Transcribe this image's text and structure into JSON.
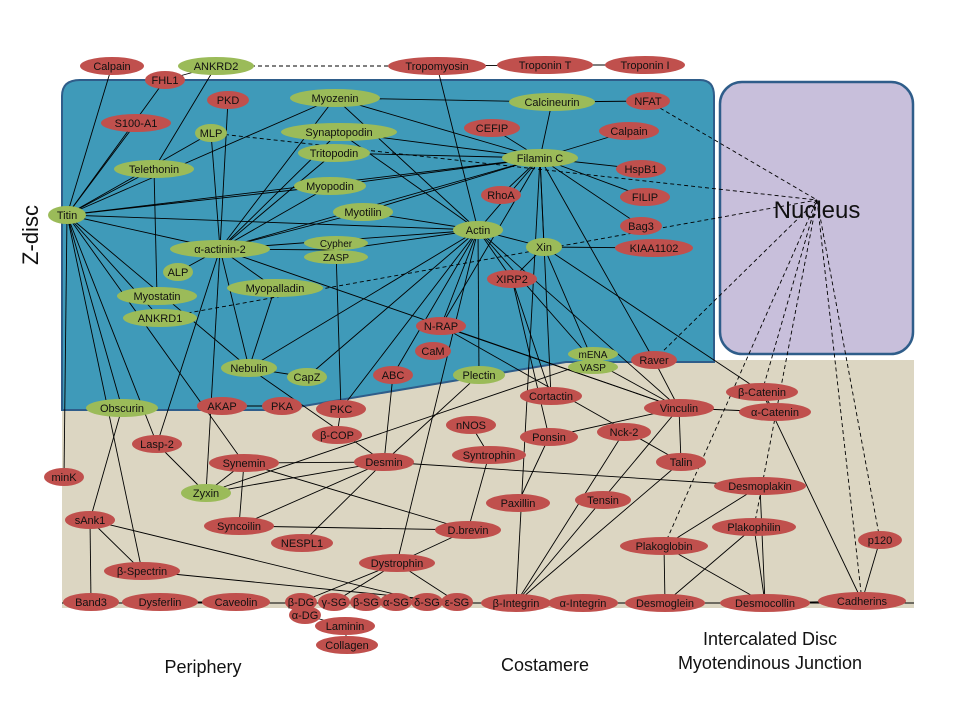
{
  "colors": {
    "zdisc_region": "#3f9ab9",
    "periphery_region": "#dcd6c2",
    "nucleus_fill": "#c8bfdb",
    "nucleus_border": "#2f5d8a",
    "node_red": "#c0504d",
    "node_green": "#9bbb59",
    "edge": "#000000"
  },
  "labels": {
    "zdisc": "Z-disc",
    "nucleus": "Nucleus",
    "periphery": "Periphery",
    "costamere": "Costamere",
    "intercalated_line1": "Intercalated Disc",
    "intercalated_line2": "Myotendinous Junction"
  },
  "nodes": {
    "calpain1": {
      "label": "Calpain",
      "color": "red"
    },
    "fhl1": {
      "label": "FHL1",
      "color": "red"
    },
    "ankrd2": {
      "label": "ANKRD2",
      "color": "green"
    },
    "tropomyosin": {
      "label": "Tropomyosin",
      "color": "red"
    },
    "troponint": {
      "label": "Troponin T",
      "color": "red"
    },
    "troponini": {
      "label": "Troponin I",
      "color": "red"
    },
    "pkd": {
      "label": "PKD",
      "color": "red"
    },
    "myozenin": {
      "label": "Myozenin",
      "color": "green"
    },
    "calcineurin": {
      "label": "Calcineurin",
      "color": "green"
    },
    "nfat": {
      "label": "NFAT",
      "color": "red"
    },
    "s100a1": {
      "label": "S100-A1",
      "color": "red"
    },
    "mlp": {
      "label": "MLP",
      "color": "green"
    },
    "synaptopodin": {
      "label": "Synaptopodin",
      "color": "green"
    },
    "cefip": {
      "label": "CEFIP",
      "color": "red"
    },
    "calpain2": {
      "label": "Calpain",
      "color": "red"
    },
    "tritopodin": {
      "label": "Tritopodin",
      "color": "green"
    },
    "filaminc": {
      "label": "Filamin C",
      "color": "green"
    },
    "telethonin": {
      "label": "Telethonin",
      "color": "green"
    },
    "hspb1": {
      "label": "HspB1",
      "color": "red"
    },
    "myopodin": {
      "label": "Myopodin",
      "color": "green"
    },
    "rhoa": {
      "label": "RhoA",
      "color": "red"
    },
    "filip": {
      "label": "FILIP",
      "color": "red"
    },
    "titin": {
      "label": "Titin",
      "color": "green"
    },
    "myotilin": {
      "label": "Myotilin",
      "color": "green"
    },
    "bag3": {
      "label": "Bag3",
      "color": "red"
    },
    "actin": {
      "label": "Actin",
      "color": "green"
    },
    "cypher1": {
      "label": "Cypher",
      "color": "green"
    },
    "cypher2": {
      "label": "ZASP",
      "color": "green"
    },
    "actinin": {
      "label": "α-actinin-2",
      "color": "green"
    },
    "xin": {
      "label": "Xin",
      "color": "green"
    },
    "kiaa": {
      "label": "KIAA1102",
      "color": "red"
    },
    "alp": {
      "label": "ALP",
      "color": "green"
    },
    "xirp2": {
      "label": "XIRP2",
      "color": "red"
    },
    "myopalladin": {
      "label": "Myopalladin",
      "color": "green"
    },
    "myostatin": {
      "label": "Myostatin",
      "color": "green"
    },
    "ankrd1": {
      "label": "ANKRD1",
      "color": "green"
    },
    "nrap": {
      "label": "N-RAP",
      "color": "red"
    },
    "cam": {
      "label": "CaM",
      "color": "red"
    },
    "mena1": {
      "label": "mENA",
      "color": "green"
    },
    "mena2": {
      "label": "VASP",
      "color": "green"
    },
    "raver": {
      "label": "Raver",
      "color": "red"
    },
    "nebulin": {
      "label": "Nebulin",
      "color": "green"
    },
    "capz": {
      "label": "CapZ",
      "color": "green"
    },
    "abc": {
      "label": "ABC",
      "color": "red"
    },
    "plectin": {
      "label": "Plectin",
      "color": "green"
    },
    "cortactin": {
      "label": "Cortactin",
      "color": "red"
    },
    "bcatenin": {
      "label": "β-Catenin",
      "color": "red"
    },
    "obscurin": {
      "label": "Obscurin",
      "color": "green"
    },
    "akap": {
      "label": "AKAP",
      "color": "red"
    },
    "pka": {
      "label": "PKA",
      "color": "red"
    },
    "pkc": {
      "label": "PKC",
      "color": "red"
    },
    "vinculin": {
      "label": "Vinculin",
      "color": "red"
    },
    "acatenin": {
      "label": "α-Catenin",
      "color": "red"
    },
    "lasp2": {
      "label": "Lasp-2",
      "color": "red"
    },
    "bcop": {
      "label": "β-COP",
      "color": "red"
    },
    "nnos": {
      "label": "nNOS",
      "color": "red"
    },
    "ponsin": {
      "label": "Ponsin",
      "color": "red"
    },
    "nck2": {
      "label": "Nck-2",
      "color": "red"
    },
    "synemin": {
      "label": "Synemin",
      "color": "red"
    },
    "desmin": {
      "label": "Desmin",
      "color": "red"
    },
    "syntrophin": {
      "label": "Syntrophin",
      "color": "red"
    },
    "talin": {
      "label": "Talin",
      "color": "red"
    },
    "mink": {
      "label": "minK",
      "color": "red"
    },
    "zyxin": {
      "label": "Zyxin",
      "color": "green"
    },
    "desmoplakin": {
      "label": "Desmoplakin",
      "color": "red"
    },
    "paxillin": {
      "label": "Paxillin",
      "color": "red"
    },
    "tensin": {
      "label": "Tensin",
      "color": "red"
    },
    "sank1": {
      "label": "sAnk1",
      "color": "red"
    },
    "syncoilin": {
      "label": "Syncoilin",
      "color": "red"
    },
    "dbrevin": {
      "label": "D.brevin",
      "color": "red"
    },
    "plakophilin": {
      "label": "Plakophilin",
      "color": "red"
    },
    "nespl1": {
      "label": "NESPL1",
      "color": "red"
    },
    "p120": {
      "label": "p120",
      "color": "red"
    },
    "plakoglobin": {
      "label": "Plakoglobin",
      "color": "red"
    },
    "dystrophin": {
      "label": "Dystrophin",
      "color": "red"
    },
    "bspectrin": {
      "label": "β-Spectrin",
      "color": "red"
    },
    "band3": {
      "label": "Band3",
      "color": "red"
    },
    "dysferlin": {
      "label": "Dysferlin",
      "color": "red"
    },
    "caveolin": {
      "label": "Caveolin",
      "color": "red"
    },
    "bdg": {
      "label": "β-DG",
      "color": "red"
    },
    "gsg": {
      "label": "γ-SG",
      "color": "red"
    },
    "bsg": {
      "label": "β-SG",
      "color": "red"
    },
    "asg": {
      "label": "α-SG",
      "color": "red"
    },
    "dsg": {
      "label": "δ-SG",
      "color": "red"
    },
    "esg": {
      "label": "ε-SG",
      "color": "red"
    },
    "bintegrin": {
      "label": "β-Integrin",
      "color": "red"
    },
    "aintegrin": {
      "label": "α-Integrin",
      "color": "red"
    },
    "desmoglein": {
      "label": "Desmoglein",
      "color": "red"
    },
    "desmocollin": {
      "label": "Desmocollin",
      "color": "red"
    },
    "cadherins": {
      "label": "Cadherins",
      "color": "red"
    },
    "adg": {
      "label": "α-DG",
      "color": "red"
    },
    "laminin": {
      "label": "Laminin",
      "color": "red"
    },
    "collagen": {
      "label": "Collagen",
      "color": "red"
    }
  },
  "edges": [
    [
      "titin",
      "calpain1"
    ],
    [
      "titin",
      "fhl1"
    ],
    [
      "titin",
      "s100a1"
    ],
    [
      "titin",
      "telethonin"
    ],
    [
      "titin",
      "mlp"
    ],
    [
      "titin",
      "myozenin"
    ],
    [
      "titin",
      "actinin"
    ],
    [
      "titin",
      "filaminc"
    ],
    [
      "titin",
      "actin"
    ],
    [
      "titin",
      "ankrd1"
    ],
    [
      "titin",
      "obscurin"
    ],
    [
      "titin",
      "nebulin"
    ],
    [
      "titin",
      "synemin"
    ],
    [
      "titin",
      "lasp2"
    ],
    [
      "titin",
      "mink"
    ],
    [
      "titin",
      "myopodin"
    ],
    [
      "fhl1",
      "ankrd2"
    ],
    [
      "ankrd2",
      "telethonin"
    ],
    [
      "telethonin",
      "myostatin"
    ],
    [
      "mlp",
      "actinin"
    ],
    [
      "pkd",
      "actinin"
    ],
    [
      "myozenin",
      "actinin"
    ],
    [
      "myozenin",
      "calcineurin"
    ],
    [
      "myozenin",
      "filaminc"
    ],
    [
      "myozenin",
      "actin"
    ],
    [
      "calcineurin",
      "nfat"
    ],
    [
      "synaptopodin",
      "filaminc"
    ],
    [
      "synaptopodin",
      "actinin"
    ],
    [
      "synaptopodin",
      "actin"
    ],
    [
      "tritopodin",
      "filaminc"
    ],
    [
      "tritopodin",
      "actinin"
    ],
    [
      "myopodin",
      "filaminc"
    ],
    [
      "myopodin",
      "actinin"
    ],
    [
      "myotilin",
      "filaminc"
    ],
    [
      "myotilin",
      "actinin"
    ],
    [
      "myotilin",
      "actin"
    ],
    [
      "filaminc",
      "calpain2"
    ],
    [
      "filaminc",
      "hspb1"
    ],
    [
      "filaminc",
      "filip"
    ],
    [
      "filaminc",
      "bag3"
    ],
    [
      "filaminc",
      "rhoa"
    ],
    [
      "filaminc",
      "cefip"
    ],
    [
      "filaminc",
      "calcineurin"
    ],
    [
      "filaminc",
      "xin"
    ],
    [
      "filaminc",
      "actin"
    ],
    [
      "filaminc",
      "actinin"
    ],
    [
      "filaminc",
      "bintegrin"
    ],
    [
      "filaminc",
      "cortactin"
    ],
    [
      "filaminc",
      "nrap"
    ],
    [
      "filaminc",
      "raver"
    ],
    [
      "tropomyosin",
      "troponint"
    ],
    [
      "troponint",
      "troponini"
    ],
    [
      "tropomyosin",
      "actin"
    ],
    [
      "actin",
      "actinin"
    ],
    [
      "actin",
      "cypher1"
    ],
    [
      "actin",
      "xin"
    ],
    [
      "actin",
      "nebulin"
    ],
    [
      "actin",
      "capz"
    ],
    [
      "actin",
      "plectin"
    ],
    [
      "actin",
      "dystrophin"
    ],
    [
      "actin",
      "xirp2"
    ],
    [
      "actin",
      "pkc"
    ],
    [
      "actin",
      "nrap"
    ],
    [
      "actin",
      "abc"
    ],
    [
      "actin",
      "mena1"
    ],
    [
      "actin",
      "vinculin"
    ],
    [
      "xin",
      "kiaa"
    ],
    [
      "xin",
      "xirp2"
    ],
    [
      "xin",
      "mena1"
    ],
    [
      "xin",
      "bcatenin"
    ],
    [
      "actinin",
      "alp"
    ],
    [
      "actinin",
      "cypher1"
    ],
    [
      "actinin",
      "nebulin"
    ],
    [
      "actinin",
      "zyxin"
    ],
    [
      "actinin",
      "vinculin"
    ],
    [
      "actinin",
      "lasp2"
    ],
    [
      "myopalladin",
      "nebulin"
    ],
    [
      "myopalladin",
      "actinin"
    ],
    [
      "cypher1",
      "pkc"
    ],
    [
      "nebulin",
      "capz"
    ],
    [
      "nebulin",
      "desmin"
    ],
    [
      "nrap",
      "talin"
    ],
    [
      "nrap",
      "vinculin"
    ],
    [
      "xirp2",
      "cortactin"
    ],
    [
      "xirp2",
      "ponsin"
    ],
    [
      "mena1",
      "vinculin"
    ],
    [
      "mena1",
      "zyxin"
    ],
    [
      "raver",
      "vinculin"
    ],
    [
      "vinculin",
      "talin"
    ],
    [
      "vinculin",
      "acatenin"
    ],
    [
      "vinculin",
      "ponsin"
    ],
    [
      "vinculin",
      "bintegrin"
    ],
    [
      "bcatenin",
      "acatenin"
    ],
    [
      "bcatenin",
      "cadherins"
    ],
    [
      "akap",
      "pka"
    ],
    [
      "pkc",
      "bcop"
    ],
    [
      "lasp2",
      "zyxin"
    ],
    [
      "synemin",
      "desmin"
    ],
    [
      "synemin",
      "zyxin"
    ],
    [
      "synemin",
      "syncoilin"
    ],
    [
      "synemin",
      "dbrevin"
    ],
    [
      "desmin",
      "abc"
    ],
    [
      "desmin",
      "plectin"
    ],
    [
      "desmin",
      "syncoilin"
    ],
    [
      "desmin",
      "nespl1"
    ],
    [
      "desmin",
      "desmoplakin"
    ],
    [
      "syntrophin",
      "nnos"
    ],
    [
      "syntrophin",
      "dbrevin"
    ],
    [
      "ponsin",
      "paxillin"
    ],
    [
      "nck2",
      "bintegrin"
    ],
    [
      "talin",
      "bintegrin"
    ],
    [
      "obscurin",
      "sank1"
    ],
    [
      "sank1",
      "band3"
    ],
    [
      "sank1",
      "bspectrin"
    ],
    [
      "sank1",
      "dsg"
    ],
    [
      "syncoilin",
      "dbrevin"
    ],
    [
      "dbrevin",
      "dystrophin"
    ],
    [
      "dystrophin",
      "bdg"
    ],
    [
      "dystrophin",
      "esg"
    ],
    [
      "dystrophin",
      "gsg"
    ],
    [
      "bspectrin",
      "esg"
    ],
    [
      "plakophilin",
      "desmocollin"
    ],
    [
      "plakophilin",
      "desmoglein"
    ],
    [
      "plakoglobin",
      "desmoglein"
    ],
    [
      "plakoglobin",
      "desmocollin"
    ],
    [
      "plakoglobin",
      "desmoplakin"
    ],
    [
      "p120",
      "cadherins"
    ],
    [
      "bintegrin",
      "aintegrin"
    ],
    [
      "bdg",
      "adg"
    ],
    [
      "adg",
      "laminin"
    ],
    [
      "laminin",
      "collagen"
    ],
    [
      "desmoplakin",
      "desmocollin"
    ],
    [
      "desmin",
      "zyxin"
    ],
    [
      "titin",
      "bspectrin"
    ],
    [
      "desmoglein",
      "desmocollin"
    ],
    [
      "desmocollin",
      "cadherins"
    ],
    [
      "dysferlin",
      "caveolin"
    ]
  ],
  "dashed_edges": [
    [
      "ankrd2",
      "tropomyosin"
    ],
    [
      "nfat",
      "nucleus"
    ],
    [
      "mlp",
      "nucleus"
    ],
    [
      "ankrd1",
      "nucleus"
    ],
    [
      "raver",
      "nucleus"
    ],
    [
      "bcatenin",
      "nucleus"
    ],
    [
      "plakophilin",
      "nucleus"
    ],
    [
      "plakoglobin",
      "nucleus"
    ],
    [
      "p120",
      "nucleus"
    ],
    [
      "cadherins",
      "nucleus"
    ]
  ]
}
